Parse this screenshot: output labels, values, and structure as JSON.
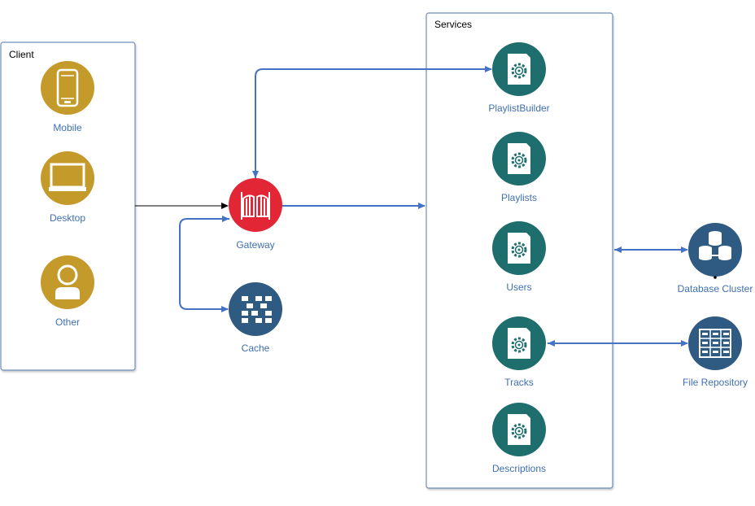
{
  "client": {
    "title": "Client",
    "nodes": [
      {
        "label": "Mobile",
        "icon": "mobile-phone-icon"
      },
      {
        "label": "Desktop",
        "icon": "desktop-monitor-icon"
      },
      {
        "label": "Other",
        "icon": "user-icon"
      }
    ]
  },
  "gateway": {
    "label": "Gateway",
    "icon": "gate-icon"
  },
  "cache": {
    "label": "Cache",
    "icon": "cache-grid-icon"
  },
  "services": {
    "title": "Services",
    "nodes": [
      {
        "label": "PlaylistBuilder",
        "icon": "service-gear-icon"
      },
      {
        "label": "Playlists",
        "icon": "service-gear-icon"
      },
      {
        "label": "Users",
        "icon": "service-gear-icon"
      },
      {
        "label": "Tracks",
        "icon": "service-gear-icon"
      },
      {
        "label": "Descriptions",
        "icon": "service-gear-icon"
      }
    ]
  },
  "database": {
    "label": "Database Cluster",
    "icon": "database-cluster-icon"
  },
  "file_repo": {
    "label": "File Repository",
    "icon": "file-repository-icon"
  },
  "colors": {
    "client_circle": "#c49a2a",
    "gateway_circle": "#e32636",
    "service_circle": "#1f6e6e",
    "storage_circle": "#2f5a82",
    "arrow_blue": "#4472c4",
    "arrow_black": "#000000",
    "group_border": "#6b8fbf"
  }
}
